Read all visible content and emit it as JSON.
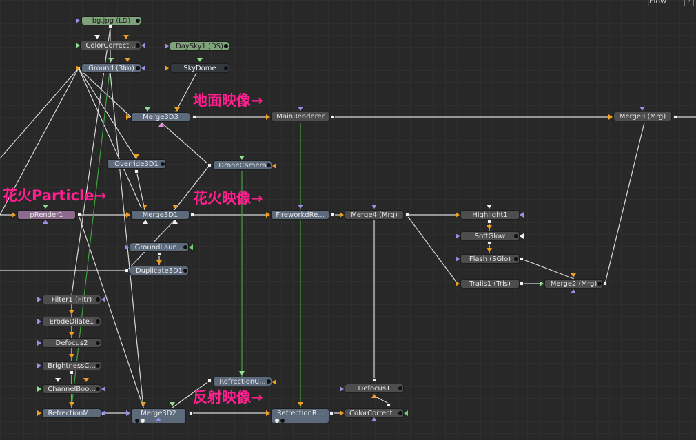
{
  "panel": {
    "tab_label": "Flow",
    "check_icon": "✓"
  },
  "annotations": {
    "ground": "地面映像→",
    "particle": "花火Particle→",
    "firework": "花火映像→",
    "reflection": "反射映像→"
  },
  "nodes": {
    "bg": "bg.jpg  (LD)",
    "colorcorrect_top": "ColorCorrect...",
    "daysky": "DaySky1  (DS)",
    "skydome": "SkyDome",
    "ground": "Ground  (3Im)",
    "merge3d3": "Merge3D3",
    "mainrenderer": "MainRenderer",
    "merge3": "Merge3  (Mrg)",
    "override": "Override3D1",
    "dronecamera": "DroneCamera",
    "prender": "pRender1",
    "merge3d1": "Merge3D1",
    "fireworkrender": "FireworkdRe...",
    "merge4": "Merge4  (Mrg)",
    "highlight": "Highlight1",
    "softglow": "SoftGlow",
    "groundlaunch": "GroundLaun...",
    "flash": "Flash  (SGlo)",
    "duplicate": "Duplicate3D1",
    "trails": "Trails1  (Trls)",
    "merge2": "Merge2  (Mrg)",
    "filter": "Filter1  (Fltr)",
    "erode": "ErodeDilate1",
    "defocus2": "Defocus2",
    "brightness": "BrightnessC...",
    "refcam": "RefrectionC...",
    "channelbool": "ChannelBoo...",
    "defocus1": "Defocus1",
    "refmerge": "RefrectionM...",
    "merge3d2": "Merge3D2",
    "refrender": "RefrectionR...",
    "colorcorrect_bottom": "ColorCorrect..."
  },
  "colors": {
    "wire": "#d8d8d8",
    "wire_green": "#3da33d",
    "annotation": "#ff1f8e"
  }
}
